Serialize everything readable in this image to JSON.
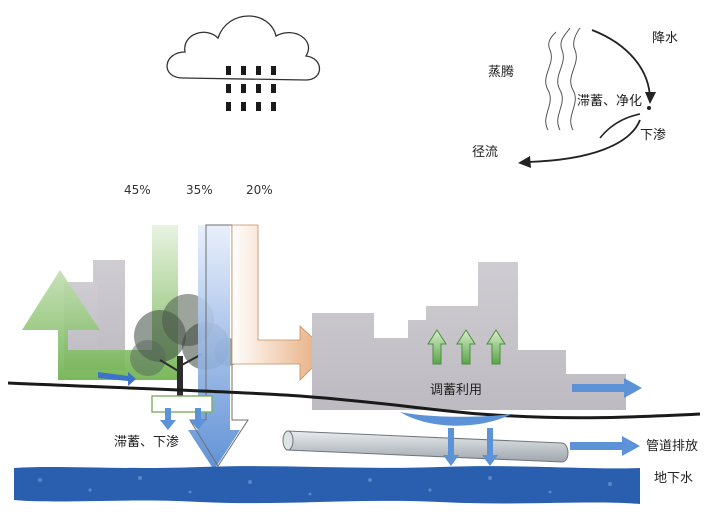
{
  "percentages": {
    "left": "45%",
    "middle": "35%",
    "right": "20%"
  },
  "cycle_labels": {
    "precipitation": "降水",
    "evaporation": "蒸腾",
    "storage_purify": "滞蓄、净化",
    "infiltration": "下渗",
    "runoff": "径流"
  },
  "ground_labels": {
    "detain_infiltrate": "滞蓄、下渗",
    "regulate_use": "调蓄利用",
    "pipe_discharge": "管道排放",
    "groundwater": "地下水"
  },
  "colors": {
    "green": "#8fc06f",
    "blue": "#5b8fd6",
    "orange": "#e9b98d",
    "gray": "#c9c7cc",
    "groundwater": "#2a5fb0"
  }
}
